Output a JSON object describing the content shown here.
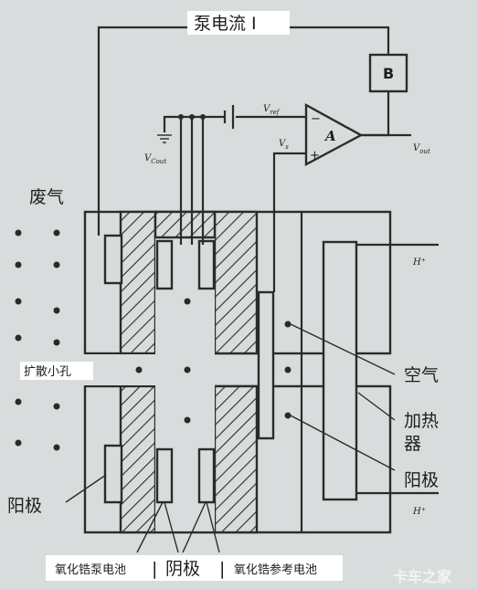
{
  "labels": {
    "pump_current": "泵电流 I",
    "exhaust": "废气",
    "diffusion_hole": "扩散小孔",
    "air": "空气",
    "heater_line1": "加热",
    "heater_line2": "器",
    "anode_right": "阳极",
    "anode_left": "阳极",
    "cathode": "阴极",
    "pump_cell": "氧化锆泵电池",
    "ref_cell": "氧化锆参考电池",
    "box_b": "B",
    "amp_a": "A",
    "v_ref": "V",
    "v_ref_sub": "ref",
    "v_s": "V",
    "v_s_sub": "s",
    "v_out": "V",
    "v_out_sub": "out",
    "v_cout": "V",
    "v_cout_sub": "Cout",
    "h_top": "H⁺",
    "h_bottom": "H⁺",
    "amp_minus": "−",
    "amp_plus": "+",
    "separator": "|",
    "watermark": "卡车之家"
  },
  "colors": {
    "background": "#d9dcdc",
    "line": "#2b2b2b",
    "text": "#1e1e1e"
  }
}
